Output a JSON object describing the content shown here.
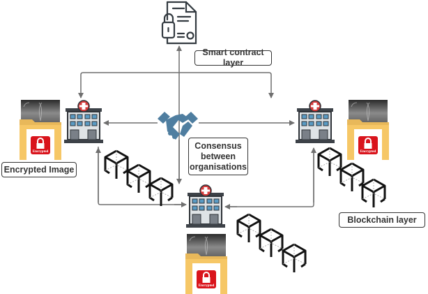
{
  "labels": {
    "smart_contract": "Smart contract layer",
    "consensus": "Consensus between organisations",
    "encrypted_image": "Encrypted Image",
    "blockchain": "Blockchain layer"
  },
  "folder_badge": "Encrypted",
  "icons": {
    "contract": "smart-contract-document-lock-icon",
    "handshake": "handshake-icon",
    "hospital": "hospital-building-icon",
    "block": "blockchain-cube-icon",
    "folder": "encrypted-folder-icon"
  },
  "colors": {
    "arrow": "#6f6f6f",
    "handshake": "#4f7ea0",
    "folder": "#f6c766",
    "badge": "#d9141c",
    "hospital_cross": "#d63a3a",
    "window": "#5a9bc4"
  }
}
